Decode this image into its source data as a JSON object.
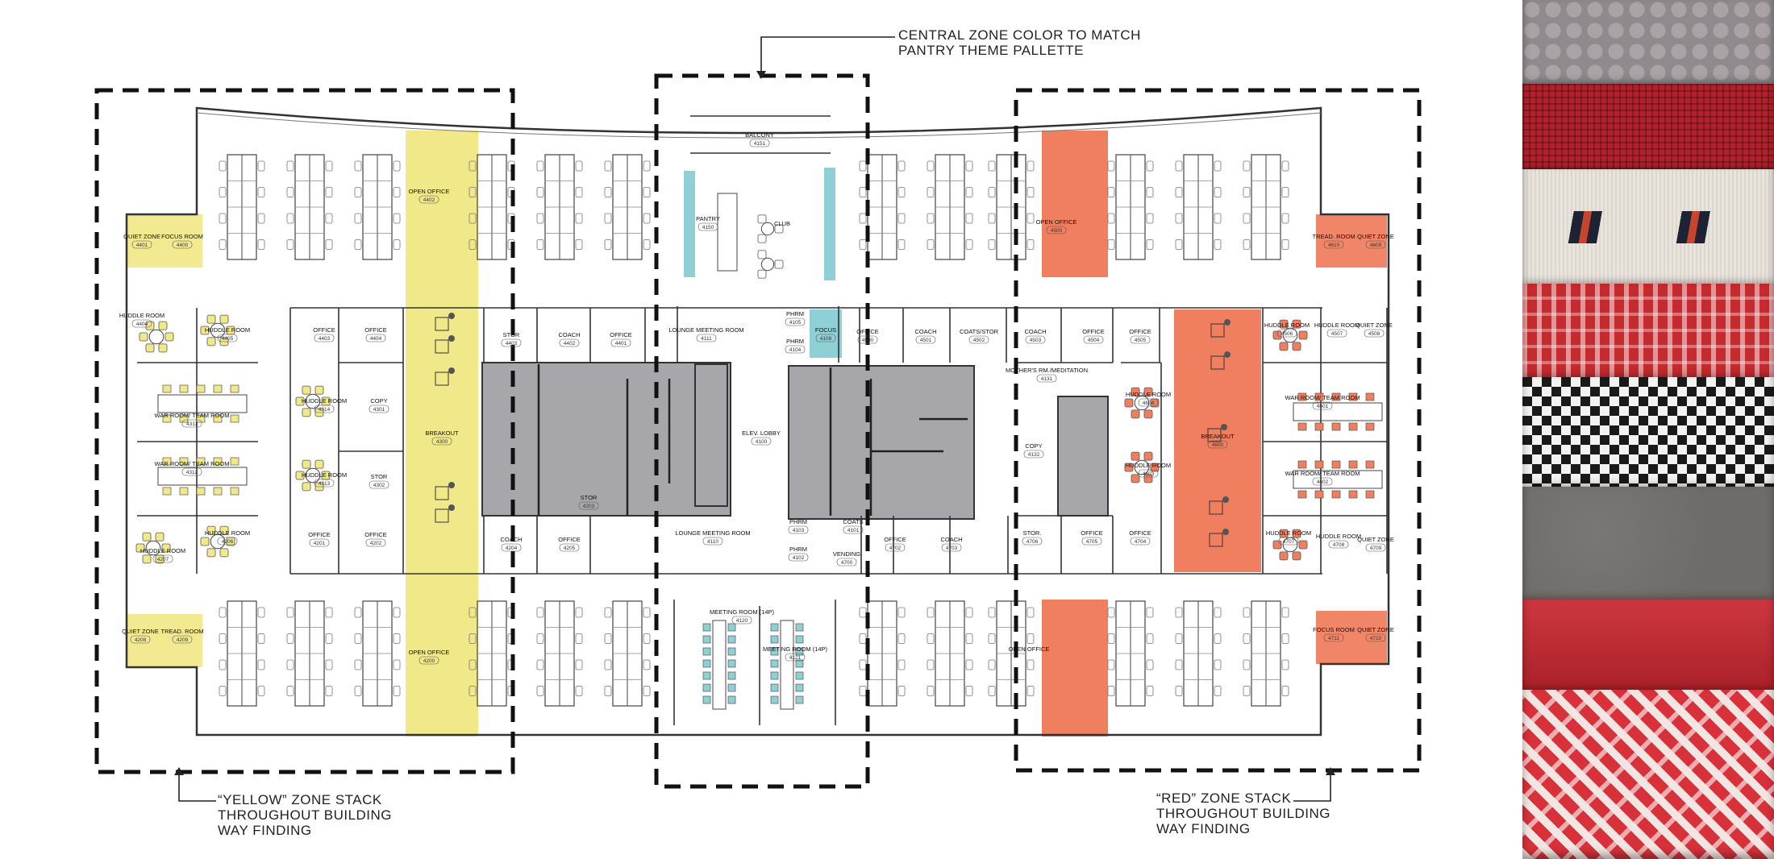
{
  "colors": {
    "yellow_zone": "#f1e88a",
    "red_zone": "#ef7f5f",
    "teal_accent": "#8fd0d6",
    "core_gray": "#a7a7ab",
    "line": "#333333",
    "dash": "#111111"
  },
  "annotations": {
    "central": [
      "CENTRAL ZONE COLOR TO MATCH",
      "PANTRY THEME PALLETTE"
    ],
    "yellow": [
      "“YELLOW” ZONE STACK",
      "THROUGHOUT BUILDING",
      "WAY FINDING"
    ],
    "red": [
      "“RED” ZONE STACK",
      "THROUGHOUT BUILDING",
      "WAY FINDING"
    ]
  },
  "rooms": [
    {
      "name": "BALCONY",
      "num": "4151"
    },
    {
      "name": "PANTRY",
      "num": "4150"
    },
    {
      "name": "CLUB",
      "num": ""
    },
    {
      "name": "OPEN OFFICE",
      "num": "4402"
    },
    {
      "name": "OPEN OFFICE",
      "num": "4500"
    },
    {
      "name": "OPEN OFFICE",
      "num": "4200"
    },
    {
      "name": "OPEN OFFICE",
      "num": ""
    },
    {
      "name": "QUIET ZONE",
      "num": "4401"
    },
    {
      "name": "FOCUS ROOM",
      "num": "4400"
    },
    {
      "name": "HUDDLE ROOM",
      "num": "4404"
    },
    {
      "name": "HUDDLE ROOM",
      "num": "4405"
    },
    {
      "name": "WAR ROOM/ TEAM ROOM",
      "num": "4311"
    },
    {
      "name": "WAR ROOM/ TEAM ROOM",
      "num": "4312"
    },
    {
      "name": "HUDDLE ROOM",
      "num": "4314"
    },
    {
      "name": "HUDDLE ROOM",
      "num": "4313"
    },
    {
      "name": "COPY",
      "num": "4301"
    },
    {
      "name": "STOR",
      "num": "4302"
    },
    {
      "name": "BREAKOUT",
      "num": "4300"
    },
    {
      "name": "OFFICE",
      "num": "4403"
    },
    {
      "name": "OFFICE",
      "num": "4404"
    },
    {
      "name": "STOR",
      "num": "4403"
    },
    {
      "name": "COACH",
      "num": "4402"
    },
    {
      "name": "OFFICE",
      "num": "4401"
    },
    {
      "name": "OFFICE",
      "num": "4201"
    },
    {
      "name": "OFFICE",
      "num": "4202"
    },
    {
      "name": "HUDDLE ROOM",
      "num": "4207"
    },
    {
      "name": "HUDDLE ROOM",
      "num": "4206"
    },
    {
      "name": "QUIET ZONE",
      "num": "4208"
    },
    {
      "name": "TREAD. ROOM",
      "num": "4209"
    },
    {
      "name": "STOR",
      "num": "4203"
    },
    {
      "name": "COACH",
      "num": "4204"
    },
    {
      "name": "OFFICE",
      "num": "4205"
    },
    {
      "name": "LOUNGE MEETING ROOM",
      "num": "4111"
    },
    {
      "name": "LOUNGE MEETING ROOM",
      "num": "4110"
    },
    {
      "name": "ELEV. LOBBY",
      "num": "4100"
    },
    {
      "name": "MEETING ROOM (14P)",
      "num": "4120"
    },
    {
      "name": "MEETING ROOM (14P)",
      "num": "4121"
    },
    {
      "name": "PHRM",
      "num": "4105"
    },
    {
      "name": "PHRM",
      "num": "4104"
    },
    {
      "name": "FOCUS",
      "num": "4108"
    },
    {
      "name": "PHRM",
      "num": "4103"
    },
    {
      "name": "PHRM",
      "num": "4102"
    },
    {
      "name": "COATS",
      "num": "4101"
    },
    {
      "name": "VENDING",
      "num": "4700"
    },
    {
      "name": "OFFICE",
      "num": "4500"
    },
    {
      "name": "COACH",
      "num": "4501"
    },
    {
      "name": "COATS/STOR",
      "num": "4502"
    },
    {
      "name": "COACH",
      "num": "4503"
    },
    {
      "name": "OFFICE",
      "num": "4504"
    },
    {
      "name": "OFFICE",
      "num": "4505"
    },
    {
      "name": "MOTHER'S RM./MEDITATION",
      "num": "4131"
    },
    {
      "name": "COPY",
      "num": "4132"
    },
    {
      "name": "HUDDLE ROOM",
      "num": "4604"
    },
    {
      "name": "HUDDLE ROOM",
      "num": "4603"
    },
    {
      "name": "BREAKOUT",
      "num": "4600"
    },
    {
      "name": "HUDDLE ROOM",
      "num": "4506"
    },
    {
      "name": "HUDDLE ROOM",
      "num": "4507"
    },
    {
      "name": "QUIET ZONE",
      "num": "4508"
    },
    {
      "name": "WAR ROOM/ TEAM ROOM",
      "num": "4601"
    },
    {
      "name": "WAR ROOM/ TEAM ROOM",
      "num": "4602"
    },
    {
      "name": "TREAD. ROOM",
      "num": "4610"
    },
    {
      "name": "QUIET ZONE",
      "num": "4609"
    },
    {
      "name": "STOR.",
      "num": "4706"
    },
    {
      "name": "OFFICE",
      "num": "4705"
    },
    {
      "name": "OFFICE",
      "num": "4704"
    },
    {
      "name": "OFFICE",
      "num": "4702"
    },
    {
      "name": "COACH",
      "num": "4703"
    },
    {
      "name": "HUDDLE ROOM",
      "num": "4707"
    },
    {
      "name": "HUDDLE ROOM",
      "num": "4708"
    },
    {
      "name": "QUIET ZONE",
      "num": "4709"
    },
    {
      "name": "FOCUS ROOM",
      "num": "4711"
    },
    {
      "name": "QUIET ZONE",
      "num": "4710"
    }
  ],
  "swatches": [
    {
      "label": "gray-dot-knit",
      "color": "#8f8a8d"
    },
    {
      "label": "red-grid-weave",
      "color": "#b3222c"
    },
    {
      "label": "white-navy-hex",
      "color": "#e9e4dc"
    },
    {
      "label": "red-maze-pattern",
      "color": "#c42a2e"
    },
    {
      "label": "black-white-check",
      "color": "#2a2a2a"
    },
    {
      "label": "gray-leather",
      "color": "#6f6b68"
    },
    {
      "label": "red-vinyl",
      "color": "#c82630"
    },
    {
      "label": "red-white-chevron",
      "color": "#d8313a"
    }
  ]
}
